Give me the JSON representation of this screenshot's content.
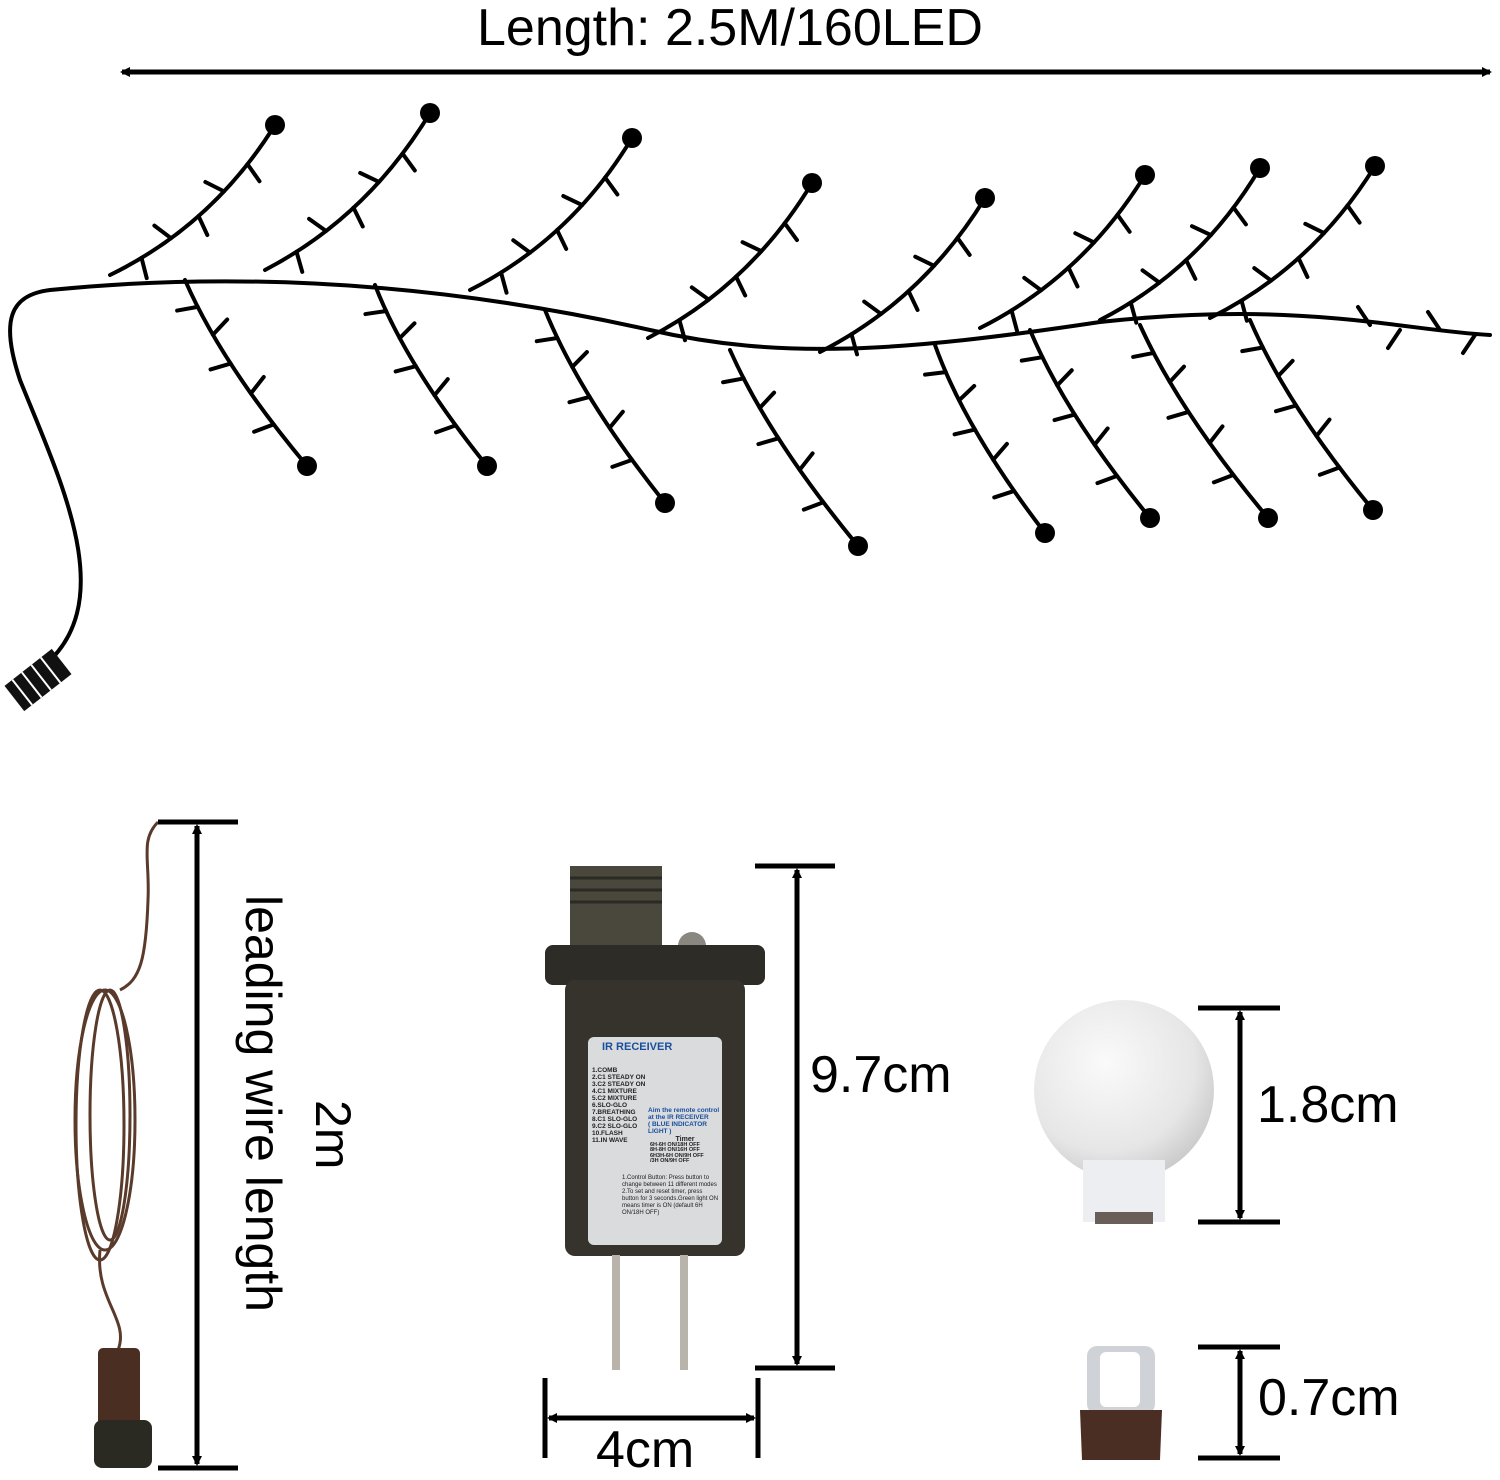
{
  "title": "Length: 2.5M/160LED",
  "leading_wire": {
    "label": "leading wire length",
    "value": "2m"
  },
  "adapter": {
    "height": "9.7cm",
    "width": "4cm",
    "label": {
      "header": "IR RECEIVER",
      "modes": [
        "1.COMB",
        "2.C1 STEADY ON",
        "3.C2 STEADY ON",
        "4.C1 MIXTURE",
        "5.C2 MIXTURE",
        "6.SLO-GLO",
        "7.BREATHING",
        "8.C1 SLO-GLO",
        "9.C2 SLO-GLO",
        "10.FLASH",
        "11.IN WAVE"
      ],
      "aim": "Aim the remote control at the IR RECEIVER",
      "aim_note": "( BLUE INDICATOR LIGHT )",
      "timer_title": "Timer",
      "timer_lines": [
        "6H-6H ON/18H OFF",
        "8H-8H ON/16H OFF",
        "6H3H-6H ON/9H OFF",
        "/3H ON/9H OFF"
      ],
      "control": "1.Control Button: Press button to change between 11 different modes",
      "timer_help": "2.To set and reset timer, press button for 3 seconds.Green light ON means timer is ON (default 6H ON/18H OFF)"
    }
  },
  "globe": {
    "size": "1.8cm"
  },
  "led": {
    "size": "0.7cm"
  }
}
